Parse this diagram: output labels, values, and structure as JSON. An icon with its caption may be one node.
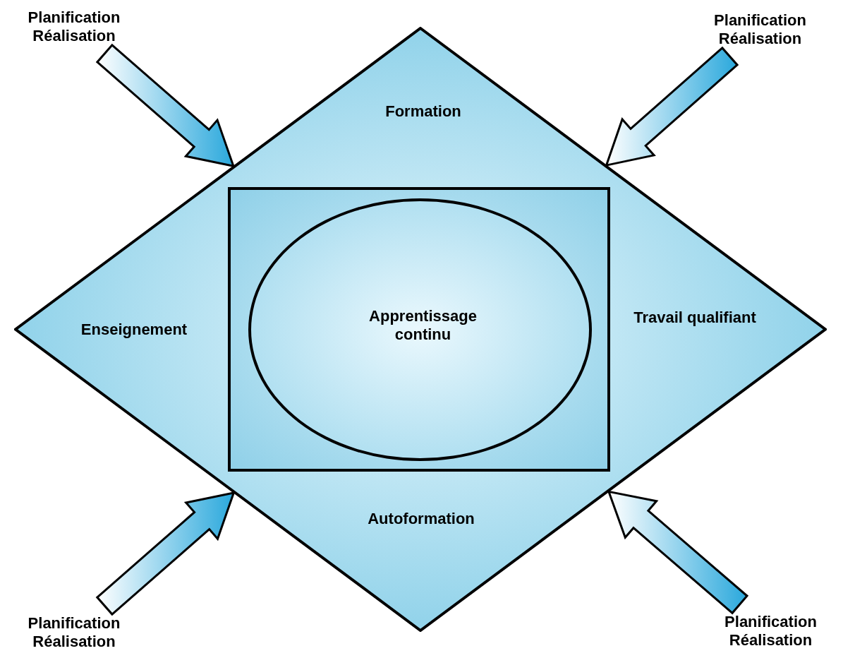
{
  "diagram": {
    "nodes": [
      {
        "text": [
          "Formation",
          "Enseignement",
          "Travail qualifiant",
          "Autoformation"
        ]
      },
      {
        "text": [],
        "shape": "box",
        "in": 0
      },
      {
        "text": [
          "Apprentissage continu"
        ],
        "in": 1
      },
      {
        "text": [
          "Planification Réalisation"
        ]
      },
      {
        "text": [
          "Planification Réalisation"
        ]
      },
      {
        "text": [
          "Planification Réalisation"
        ]
      },
      {
        "text": [
          "Planification Réalisation"
        ]
      }
    ],
    "edges": [
      {
        "from": 3,
        "to": 0,
        "arrow": "to",
        "style": "thick"
      },
      {
        "from": 4,
        "to": 0,
        "arrow": "to",
        "style": "thick"
      },
      {
        "from": 5,
        "to": 0,
        "arrow": "to",
        "style": "thick"
      },
      {
        "from": 6,
        "to": 0,
        "arrow": "to",
        "style": "thick"
      }
    ]
  }
}
